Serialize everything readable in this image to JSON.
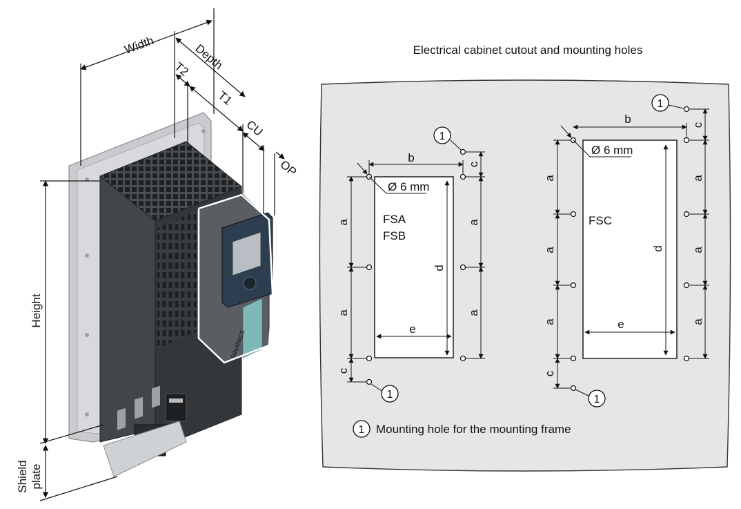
{
  "right_title": "Electrical cabinet cutout and mounting holes",
  "left_labels": {
    "width": "Width",
    "depth": "Depth",
    "t2": "T2",
    "t1": "T1",
    "cu": "CU",
    "op": "OP",
    "height": "Height",
    "shield_line1": "Shield",
    "shield_line2": "plate",
    "brand": "SINAMICS"
  },
  "dims": {
    "a": "a",
    "b": "b",
    "c": "c",
    "d": "d",
    "e": "e"
  },
  "hole_label": "Ø 6 mm",
  "frame_fsa": "FSA",
  "frame_fsb": "FSB",
  "frame_fsc": "FSC",
  "callout_number": "1",
  "legend_text": "Mounting hole for the mounting frame",
  "colors": {
    "panel_bg": "#e6e6e6",
    "device_dark": "#3f4245",
    "device_mid": "#5a5e62",
    "frame_silver": "#c9cbce",
    "op_panel": "#2c3e50",
    "op_screen": "#b8bec4",
    "cu_stripe": "#7fb9b6"
  }
}
